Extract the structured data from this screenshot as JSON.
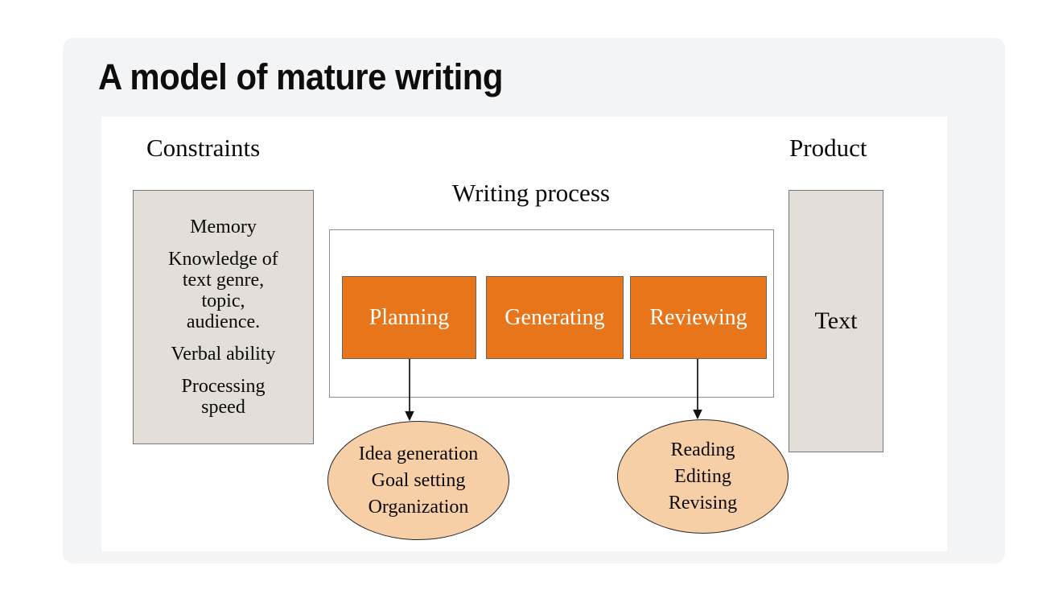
{
  "slide": {
    "title": "A model of mature writing",
    "background_color": "#f2f4f6",
    "canvas_color": "#ffffff"
  },
  "diagram": {
    "type": "process-model",
    "captions": {
      "constraints": "Constraints",
      "writing_process": "Writing process",
      "product": "Product"
    },
    "constraints_panel": {
      "fill_color": "#e4ded9",
      "border_color": "#7b7673",
      "items": [
        "Memory",
        "Knowledge of\ntext genre,\ntopic,\naudience.",
        "Verbal ability",
        "Processing\nspeed"
      ]
    },
    "process_frame": {
      "fill_color": "#ffffff",
      "border_color": "#8d8d8d",
      "stages": [
        {
          "label": "Planning",
          "fill_color": "#e8751a",
          "text_color": "#ffffff"
        },
        {
          "label": "Generating",
          "fill_color": "#e8751a",
          "text_color": "#ffffff"
        },
        {
          "label": "Reviewing",
          "fill_color": "#e8751a",
          "text_color": "#ffffff"
        }
      ]
    },
    "sub_processes": [
      {
        "parent_stage": "Planning",
        "fill_color": "#f7cfa7",
        "border_color": "#2a2520",
        "lines": [
          "Idea generation",
          "Goal setting",
          "Organization"
        ]
      },
      {
        "parent_stage": "Reviewing",
        "fill_color": "#f7cfa7",
        "border_color": "#2a2520",
        "lines": [
          "Reading",
          "Editing",
          "Revising"
        ]
      }
    ],
    "product_panel": {
      "label": "Text",
      "fill_color": "#e4ded9",
      "border_color": "#7b7673"
    },
    "connectors": [
      {
        "from": "Planning",
        "to": "Idea generation / Goal setting / Organization",
        "style": "arrow-down"
      },
      {
        "from": "Reviewing",
        "to": "Reading / Editing / Revising",
        "style": "arrow-down"
      }
    ]
  }
}
